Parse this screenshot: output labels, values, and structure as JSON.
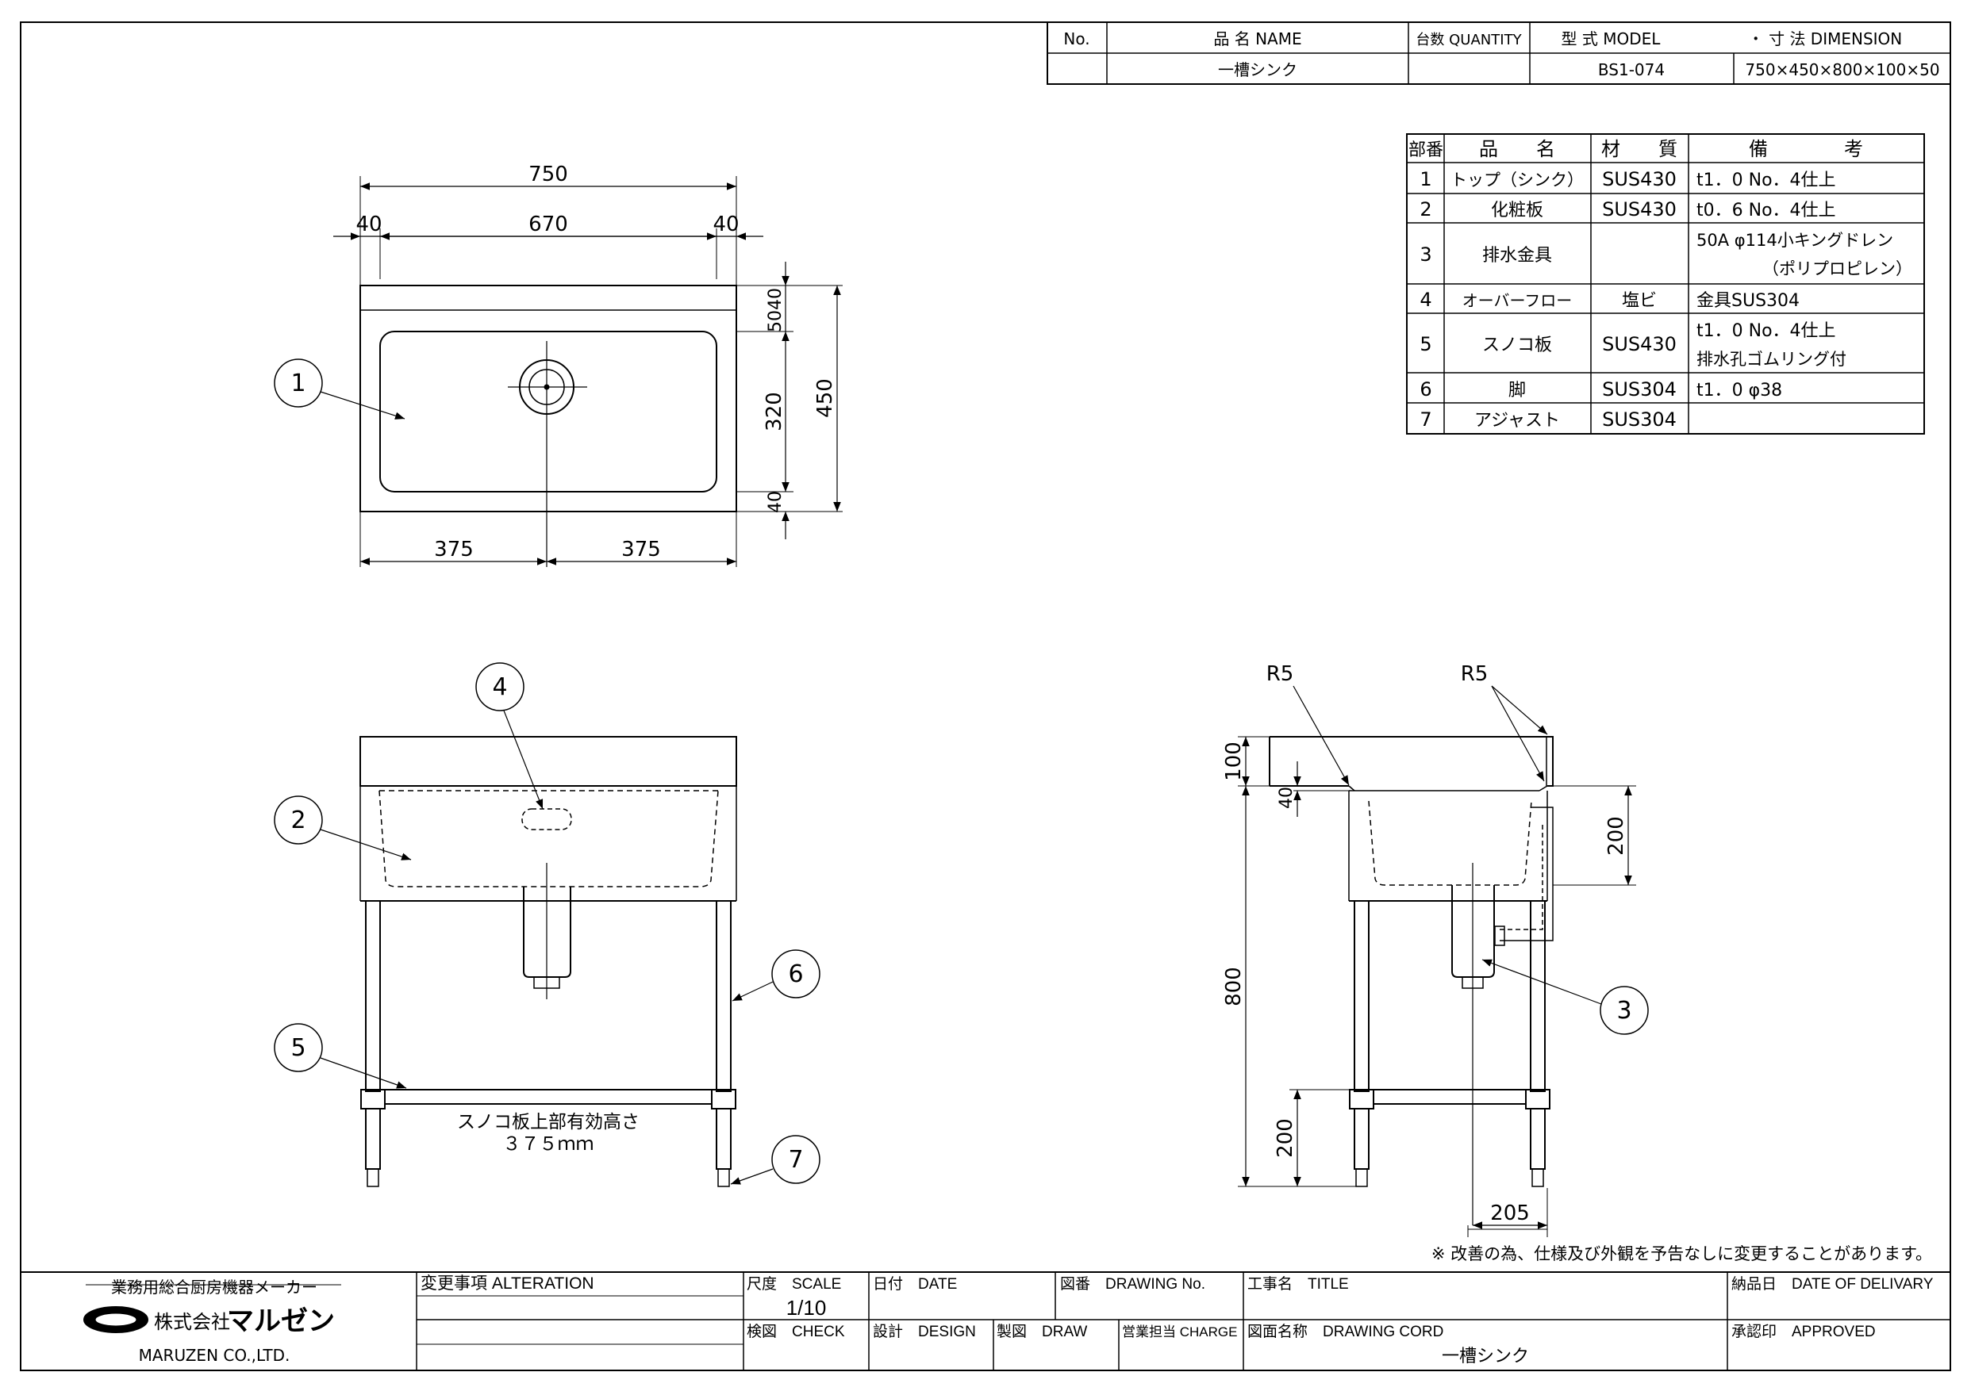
{
  "header": {
    "col_no": "No.",
    "col_name": "品 名 NAME",
    "col_qty": "台数 QUANTITY",
    "col_model": "型 式 MODEL",
    "col_dim": "・ 寸 法 DIMENSION",
    "item_name": "一槽シンク",
    "model": "BS1-074",
    "dimension": "750×450×800×100×50"
  },
  "parts": {
    "headers": [
      "部番",
      "品　　名",
      "材　　質",
      "備　　　　考"
    ],
    "rows": [
      {
        "no": "1",
        "name": "トップ（シンク）",
        "material": "SUS430",
        "note1": "t1．0 No．4仕上",
        "note2": ""
      },
      {
        "no": "2",
        "name": "化粧板",
        "material": "SUS430",
        "note1": "t0．6 No．4仕上",
        "note2": ""
      },
      {
        "no": "3",
        "name": "排水金具",
        "material": "",
        "note1": "50A φ114小キングドレン",
        "note2": "（ポリプロピレン）"
      },
      {
        "no": "4",
        "name": "オーバーフロー",
        "material": "塩ビ",
        "note1": "金具SUS304",
        "note2": ""
      },
      {
        "no": "5",
        "name": "スノコ板",
        "material": "SUS430",
        "note1": "t1．0 No．4仕上",
        "note2": "排水孔ゴムリング付"
      },
      {
        "no": "6",
        "name": "脚",
        "material": "SUS304",
        "note1": "t1．0 φ38",
        "note2": ""
      },
      {
        "no": "7",
        "name": "アジャスト",
        "material": "SUS304",
        "note1": "",
        "note2": ""
      }
    ]
  },
  "plan_view": {
    "dim_total": "750",
    "dim_left": "40",
    "dim_mid": "670",
    "dim_right": "40",
    "dim_half_l": "375",
    "dim_half_r": "375",
    "dim_depth": "450",
    "dim_top": "40",
    "dim_top2": "50",
    "dim_bowl": "320",
    "dim_bottom": "40",
    "callout": "1"
  },
  "front_view": {
    "callouts": [
      "4",
      "2",
      "6",
      "5",
      "7"
    ],
    "note_line1": "スノコ板上部有効高さ",
    "note_line2": "３７５ｍｍ"
  },
  "side_view": {
    "r_left": "R5",
    "r_right": "R5",
    "dim_back": "100",
    "dim_rim": "40",
    "dim_bowl": "200",
    "dim_height": "800",
    "dim_shelf": "200",
    "dim_drain": "205",
    "callout": "3"
  },
  "notice": "※ 改善の為、仕様及び外観を予告なしに変更することがあります。",
  "title_block": {
    "maker_top": "業務用総合厨房機器メーカー",
    "company_jp": "株式会社",
    "brand": "マルゼン",
    "company_en": "MARUZEN CO.,LTD.",
    "alteration": "変更事項 ALTERATION",
    "scale_label": "尺度　SCALE",
    "scale_value": "1/10",
    "check": "検図　CHECK",
    "date": "日付　DATE",
    "design": "設計　DESIGN",
    "drawing_no": "図番　DRAWING No.",
    "draw": "製図　DRAW",
    "charge": "営業担当 CHARGE",
    "title": "工事名　TITLE",
    "drawing_cord": "図面名称　DRAWING CORD",
    "drawing_name": "一槽シンク",
    "delivery": "納品日　DATE OF DELIVARY",
    "approved": "承認印　APPROVED"
  }
}
